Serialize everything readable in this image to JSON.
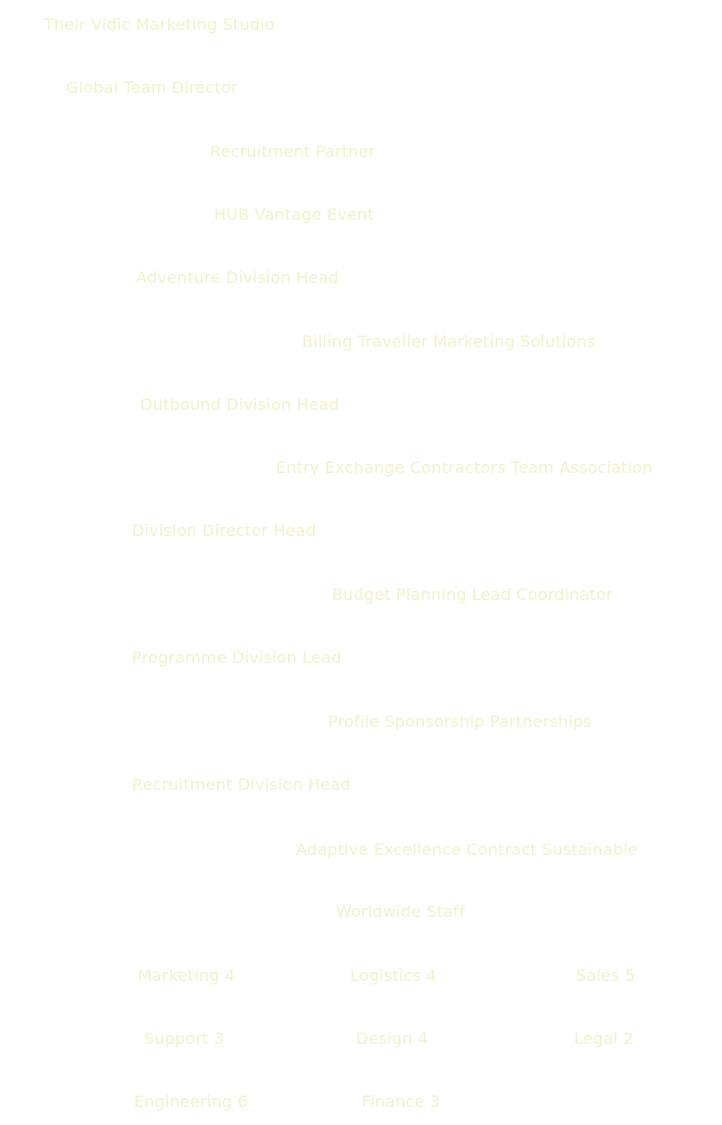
{
  "lines": [
    "Their Vidic Marketing Studio",
    "Global Team Director",
    "Recruitment Partner",
    "HUB Vantage Event",
    "Adventure Division Head",
    "Billing Traveller Marketing Solutions",
    "Outbound Division Head",
    "Entry Exchange Contractors Team Association",
    "Division Director Head",
    "Budget Planning Lead Coordinator",
    "Programme Division Lead",
    "Profile Sponsorship Partnerships",
    "Recruitment Division Head",
    "Adaptive Excellence Contract Sustainable",
    "Worldwide Staff"
  ],
  "grid": [
    "Marketing 4",
    "Logistics 4",
    "Sales 5",
    "Support 3",
    "Design 4",
    "Legal 2",
    "Engineering 6",
    "Finance 3"
  ],
  "colors": {
    "background": "#ffffff",
    "text": "#f2f2c8"
  }
}
